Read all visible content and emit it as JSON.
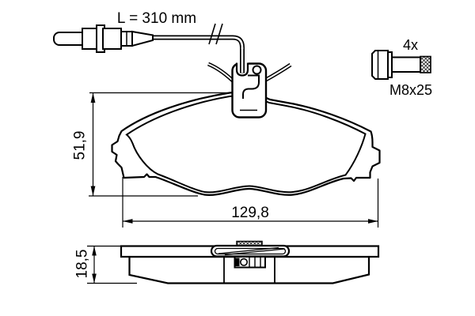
{
  "drawing_type": "brake-pad-technical-drawing",
  "annotations": {
    "sensor_wire_length": "L = 310 mm",
    "bolt_quantity": "4x",
    "bolt_spec": "M8x25",
    "pad_height": "51,9",
    "pad_width": "129,8",
    "pad_thickness": "18,5"
  },
  "colors": {
    "background": "#ffffff",
    "line": "#000000"
  }
}
